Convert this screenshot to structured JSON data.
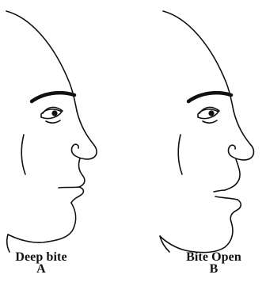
{
  "panels": [
    {
      "label": "Deep bite",
      "letter": "A"
    },
    {
      "label": "Bite Open",
      "letter": "B"
    }
  ],
  "colors": {
    "ink": "#111111",
    "background": "#ffffff"
  }
}
